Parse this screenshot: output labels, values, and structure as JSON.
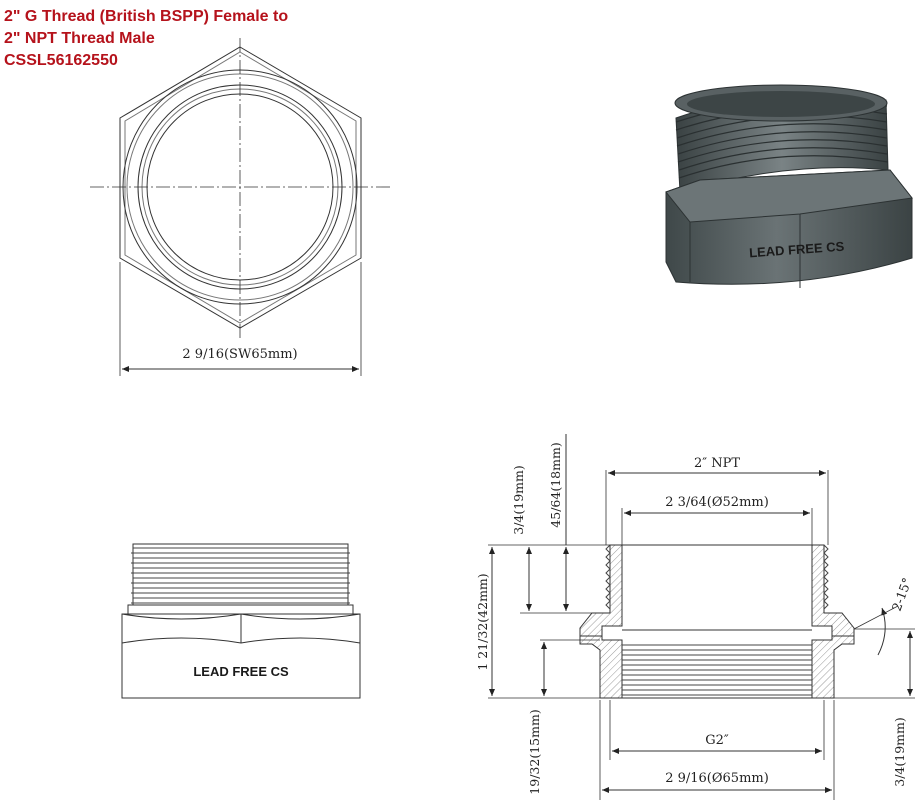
{
  "title": {
    "line1_a": "2\" G Thread (",
    "line1_b": "British BSPP",
    "line1_c": ") Female to",
    "line2": "2\" NPT Thread Male",
    "line3": "CSSL56162550"
  },
  "colors": {
    "title": "#b5121b",
    "line": "#333333",
    "photo_body": "#5b6466"
  },
  "top_view": {
    "width_label": "2 9/16(SW65mm)"
  },
  "photo": {
    "marking": "LEAD FREE CS"
  },
  "side_view": {
    "marking": "LEAD FREE CS"
  },
  "section_view": {
    "npt_label": "2″ NPT",
    "bore_label": "2 3/64(Ø52mm)",
    "g_label": "G2″",
    "od_label": "2 9/16(Ø65mm)",
    "angle_label": "2-15°",
    "left_dim_1": "3/4(19mm)",
    "left_dim_2": "45/64(18mm)",
    "left_dim_3": "1 21/32(42mm)",
    "left_dim_4": "19/32(15mm)",
    "right_dim_1": "3/4(19mm)"
  }
}
